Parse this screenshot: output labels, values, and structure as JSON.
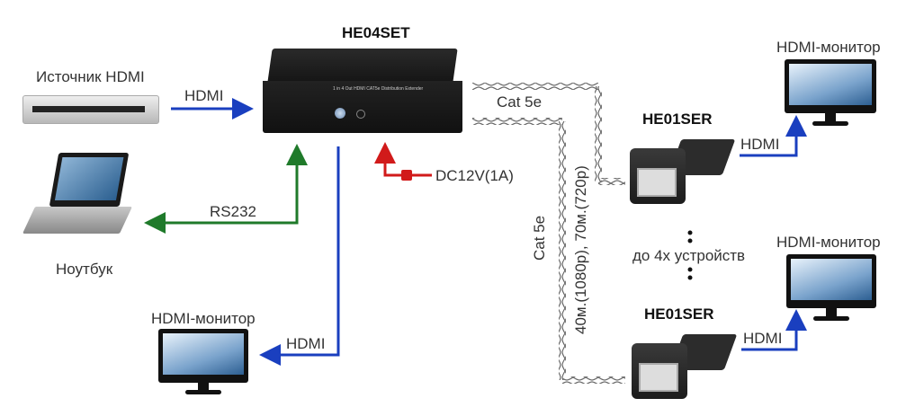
{
  "title": "HE04SET",
  "nodes": {
    "source": {
      "label": "Источник HDMI"
    },
    "laptop": {
      "label": "Ноутбук"
    },
    "main_unit": {
      "label": "HE04SET",
      "panel_text": "1 in 4 Out HDMI CAT5e Distribution Extender"
    },
    "receiver_1": {
      "label": "HE01SER"
    },
    "receiver_2": {
      "label": "HE01SER"
    },
    "monitor_local": {
      "label": "HDMI-монитор"
    },
    "monitor_1": {
      "label": "HDMI-монитор"
    },
    "monitor_2": {
      "label": "HDMI-монитор"
    }
  },
  "connections": {
    "source_to_main": {
      "label": "HDMI",
      "color": "#1a3fbf"
    },
    "main_to_laptop": {
      "label": "RS232",
      "color": "#1f7a2a"
    },
    "main_to_local_monitor": {
      "label": "HDMI",
      "color": "#1a3fbf"
    },
    "power": {
      "label": "DC12V(1A)",
      "color": "#d11a1a"
    },
    "cable_top": {
      "label": "Cat 5e"
    },
    "cable_vertical": {
      "label": "Cat 5e",
      "distance": "40м.(1080p), 70м.(720p)"
    },
    "rx1_to_monitor": {
      "label": "HDMI",
      "color": "#1a3fbf"
    },
    "rx2_to_monitor": {
      "label": "HDMI",
      "color": "#1a3fbf"
    }
  },
  "note": {
    "devices": "до 4х устройств"
  }
}
